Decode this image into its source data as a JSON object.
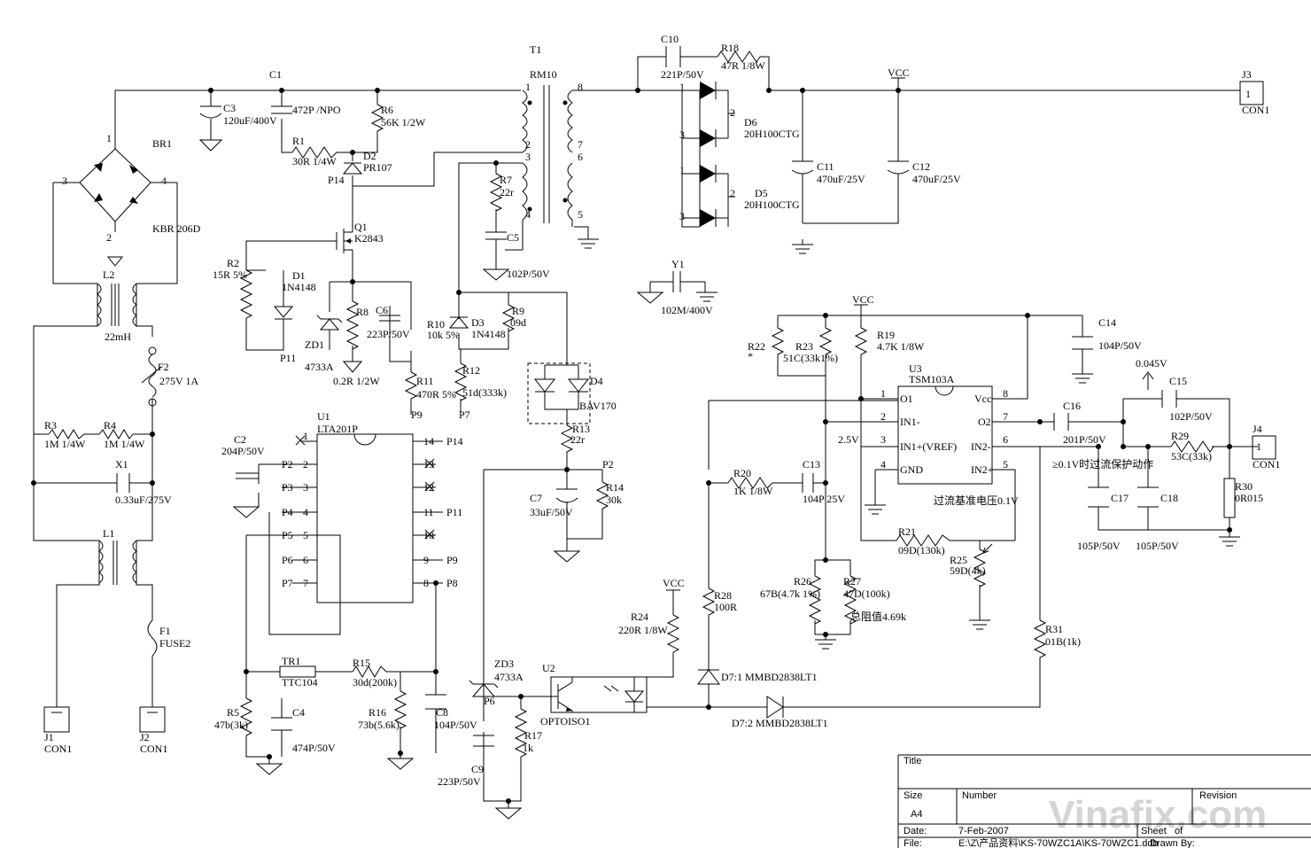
{
  "labels": [
    {
      "id": "T1",
      "t": "T1"
    },
    {
      "id": "RM10",
      "t": "RM10"
    },
    {
      "id": "C1",
      "t": "C1"
    },
    {
      "id": "C3",
      "t": "C3"
    },
    {
      "id": "C3v",
      "t": "120uF/400V"
    },
    {
      "id": "C1v",
      "t": "472P /NPO"
    },
    {
      "id": "R6",
      "t": "R6"
    },
    {
      "id": "R6v",
      "t": "56K 1/2W"
    },
    {
      "id": "R1",
      "t": "R1"
    },
    {
      "id": "R1v",
      "t": "30R 1/4W"
    },
    {
      "id": "D2",
      "t": "D2"
    },
    {
      "id": "D2v",
      "t": "PR107"
    },
    {
      "id": "P14a",
      "t": "P14"
    },
    {
      "id": "BR1",
      "t": "BR1"
    },
    {
      "id": "BRv",
      "t": "KBR 206D"
    },
    {
      "id": "BR3",
      "t": "3"
    },
    {
      "id": "BR4",
      "t": "4"
    },
    {
      "id": "BR1p",
      "t": "1"
    },
    {
      "id": "BR2p",
      "t": "2"
    },
    {
      "id": "L2",
      "t": "L2"
    },
    {
      "id": "L2v",
      "t": "22mH"
    },
    {
      "id": "F2",
      "t": "F2"
    },
    {
      "id": "F2v",
      "t": "275V 1A"
    },
    {
      "id": "R3",
      "t": "R3"
    },
    {
      "id": "R3v",
      "t": "1M 1/4W"
    },
    {
      "id": "R4",
      "t": "R4"
    },
    {
      "id": "R4v",
      "t": "1M 1/4W"
    },
    {
      "id": "X1",
      "t": "X1"
    },
    {
      "id": "X1v",
      "t": "0.33uF/275V"
    },
    {
      "id": "L1",
      "t": "L1"
    },
    {
      "id": "F1",
      "t": "F1"
    },
    {
      "id": "F1v",
      "t": "FUSE2"
    },
    {
      "id": "J1",
      "t": "J1"
    },
    {
      "id": "J1v",
      "t": "CON1"
    },
    {
      "id": "J2",
      "t": "J2"
    },
    {
      "id": "J2v",
      "t": "CON1"
    },
    {
      "id": "Q1",
      "t": "Q1"
    },
    {
      "id": "Q1v",
      "t": "K2843"
    },
    {
      "id": "R2",
      "t": "R2"
    },
    {
      "id": "R2v",
      "t": "15R 5%"
    },
    {
      "id": "D1",
      "t": "D1"
    },
    {
      "id": "D1v",
      "t": "1N4148"
    },
    {
      "id": "P11a",
      "t": "P11"
    },
    {
      "id": "ZD1",
      "t": "ZD1"
    },
    {
      "id": "ZD1v",
      "t": "4733A"
    },
    {
      "id": "R8",
      "t": "R8"
    },
    {
      "id": "R8v",
      "t": "0.2R 1/2W"
    },
    {
      "id": "C6",
      "t": "C6"
    },
    {
      "id": "C6v",
      "t": "223P/50V"
    },
    {
      "id": "R11",
      "t": "R11"
    },
    {
      "id": "R11v",
      "t": "470R 5%"
    },
    {
      "id": "P9a",
      "t": "P9"
    },
    {
      "id": "R7",
      "t": "R7"
    },
    {
      "id": "R7v",
      "t": "22r"
    },
    {
      "id": "C5",
      "t": "C5"
    },
    {
      "id": "C5v",
      "t": "102P/50V"
    },
    {
      "id": "R10",
      "t": "R10"
    },
    {
      "id": "R10v",
      "t": "10k 5%"
    },
    {
      "id": "D3",
      "t": "D3"
    },
    {
      "id": "D3v",
      "t": "1N4148"
    },
    {
      "id": "R9",
      "t": "R9"
    },
    {
      "id": "R9v",
      "t": "09d"
    },
    {
      "id": "R12",
      "t": "R12"
    },
    {
      "id": "R12v",
      "t": "51d(333k)"
    },
    {
      "id": "P7a",
      "t": "P7"
    },
    {
      "id": "D4",
      "t": "D4"
    },
    {
      "id": "D4v",
      "t": "BAV170"
    },
    {
      "id": "R13",
      "t": "R13"
    },
    {
      "id": "R13v",
      "t": "22r"
    },
    {
      "id": "P2a",
      "t": "P2"
    },
    {
      "id": "R14",
      "t": "R14"
    },
    {
      "id": "R14v",
      "t": "30k"
    },
    {
      "id": "C7",
      "t": "C7"
    },
    {
      "id": "C7v",
      "t": "33uF/50V"
    },
    {
      "id": "tp1",
      "t": "1"
    },
    {
      "id": "tp2",
      "t": "2"
    },
    {
      "id": "tp3",
      "t": "3"
    },
    {
      "id": "tp4",
      "t": "4"
    },
    {
      "id": "tp8",
      "t": "8"
    },
    {
      "id": "tp7",
      "t": "7"
    },
    {
      "id": "tp6",
      "t": "6"
    },
    {
      "id": "tp5",
      "t": "5"
    },
    {
      "id": "C10",
      "t": "C10"
    },
    {
      "id": "C10v",
      "t": "221P/50V"
    },
    {
      "id": "R18",
      "t": "R18"
    },
    {
      "id": "R18v",
      "t": "47R 1/8W"
    },
    {
      "id": "D6",
      "t": "D6"
    },
    {
      "id": "D6v",
      "t": "20H100CTG"
    },
    {
      "id": "D5",
      "t": "D5"
    },
    {
      "id": "D5v",
      "t": "20H100CTG"
    },
    {
      "id": "d6p1",
      "t": "1"
    },
    {
      "id": "d6p3",
      "t": "3"
    },
    {
      "id": "d6p2",
      "t": "2"
    },
    {
      "id": "d5p1",
      "t": "1"
    },
    {
      "id": "d5p3",
      "t": "3"
    },
    {
      "id": "d5p2",
      "t": "2"
    },
    {
      "id": "C11",
      "t": "C11"
    },
    {
      "id": "C11v",
      "t": "470uF/25V"
    },
    {
      "id": "C12",
      "t": "C12"
    },
    {
      "id": "C12v",
      "t": "470uF/25V"
    },
    {
      "id": "VCC1",
      "t": "VCC"
    },
    {
      "id": "J3",
      "t": "J3"
    },
    {
      "id": "J3p",
      "t": "1"
    },
    {
      "id": "J3v",
      "t": "CON1"
    },
    {
      "id": "Y1",
      "t": "Y1"
    },
    {
      "id": "Y1v",
      "t": "102M/400V"
    },
    {
      "id": "VCC2",
      "t": "VCC"
    },
    {
      "id": "R22",
      "t": "R22"
    },
    {
      "id": "R22v",
      "t": "*"
    },
    {
      "id": "R23",
      "t": "R23"
    },
    {
      "id": "R23v",
      "t": "51C(33k1%)"
    },
    {
      "id": "R19",
      "t": "R19"
    },
    {
      "id": "R19v",
      "t": "4.7K 1/8W"
    },
    {
      "id": "C14",
      "t": "C14"
    },
    {
      "id": "C14v",
      "t": "104P/50V"
    },
    {
      "id": "U3",
      "t": "U3"
    },
    {
      "id": "U3v",
      "t": "TSM103A"
    },
    {
      "id": "u3p1",
      "t": "1"
    },
    {
      "id": "u3p2",
      "t": "2"
    },
    {
      "id": "u3p3",
      "t": "3"
    },
    {
      "id": "u3p4",
      "t": "4"
    },
    {
      "id": "u3p8",
      "t": "8"
    },
    {
      "id": "u3p7",
      "t": "7"
    },
    {
      "id": "u3p6",
      "t": "6"
    },
    {
      "id": "u3p5",
      "t": "5"
    },
    {
      "id": "u3O1",
      "t": "O1"
    },
    {
      "id": "u3IN1m",
      "t": "IN1-"
    },
    {
      "id": "u3IN1p",
      "t": "IN1+(VREF)"
    },
    {
      "id": "u3GND",
      "t": "GND"
    },
    {
      "id": "u3Vcc",
      "t": "Vcc"
    },
    {
      "id": "u3O2",
      "t": "O2"
    },
    {
      "id": "u3IN2m",
      "t": "IN2-"
    },
    {
      "id": "u3IN2p",
      "t": "IN2+"
    },
    {
      "id": "v25",
      "t": "2.5V"
    },
    {
      "id": "v0045",
      "t": "0.045V"
    },
    {
      "id": "C15",
      "t": "C15"
    },
    {
      "id": "C15v",
      "t": "102P/50V"
    },
    {
      "id": "C16",
      "t": "C16"
    },
    {
      "id": "C16v",
      "t": "201P/50V"
    },
    {
      "id": "R29",
      "t": "R29"
    },
    {
      "id": "R29v",
      "t": "53C(33k)"
    },
    {
      "id": "J4",
      "t": "J4"
    },
    {
      "id": "J4p",
      "t": "1"
    },
    {
      "id": "J4v",
      "t": "CON1"
    },
    {
      "id": "ocnote",
      "t": "≥0.1V时过流保护动作"
    },
    {
      "id": "C17",
      "t": "C17"
    },
    {
      "id": "C17v",
      "t": "105P/50V"
    },
    {
      "id": "C18",
      "t": "C18"
    },
    {
      "id": "C18v",
      "t": "105P/50V"
    },
    {
      "id": "R30",
      "t": "R30"
    },
    {
      "id": "R30v",
      "t": "0R015"
    },
    {
      "id": "R20",
      "t": "R20"
    },
    {
      "id": "R20v",
      "t": "1K 1/8W"
    },
    {
      "id": "C13",
      "t": "C13"
    },
    {
      "id": "C13v",
      "t": "104P 25V"
    },
    {
      "id": "refnote",
      "t": "过流基准电压0.1V"
    },
    {
      "id": "R21",
      "t": "R21"
    },
    {
      "id": "R21v",
      "t": "09D(130k)"
    },
    {
      "id": "R25",
      "t": "R25"
    },
    {
      "id": "R25v",
      "t": "59D(4k)"
    },
    {
      "id": "R26",
      "t": "R26"
    },
    {
      "id": "R26v",
      "t": "67B(4.7k 1%)"
    },
    {
      "id": "R27",
      "t": "R27"
    },
    {
      "id": "R27v",
      "t": "47D(100k)"
    },
    {
      "id": "totnote",
      "t": "总阻值4.69k"
    },
    {
      "id": "R28",
      "t": "R28"
    },
    {
      "id": "R28v",
      "t": "100R"
    },
    {
      "id": "R31",
      "t": "R31"
    },
    {
      "id": "R31v",
      "t": "01B(1k)"
    },
    {
      "id": "D71",
      "t": "D7:1 MMBD2838LT1"
    },
    {
      "id": "D72",
      "t": "D7:2 MMBD2838LT1"
    },
    {
      "id": "VCC3",
      "t": "VCC"
    },
    {
      "id": "R24",
      "t": "R24"
    },
    {
      "id": "R24v",
      "t": "220R 1/8W"
    },
    {
      "id": "U2",
      "t": "U2"
    },
    {
      "id": "U2v",
      "t": "OPTOISO1"
    },
    {
      "id": "ZD3",
      "t": "ZD3"
    },
    {
      "id": "ZD3v",
      "t": "4733A"
    },
    {
      "id": "P6a",
      "t": "P6"
    },
    {
      "id": "C9",
      "t": "C9"
    },
    {
      "id": "C9v",
      "t": "223P/50V"
    },
    {
      "id": "R17",
      "t": "R17"
    },
    {
      "id": "R17v",
      "t": "1k"
    },
    {
      "id": "U1",
      "t": "U1"
    },
    {
      "id": "U1v",
      "t": "LTA201P"
    },
    {
      "id": "u1p1",
      "t": "1"
    },
    {
      "id": "u1p2",
      "t": "2"
    },
    {
      "id": "u1p3",
      "t": "3"
    },
    {
      "id": "u1p4",
      "t": "4"
    },
    {
      "id": "u1p5",
      "t": "5"
    },
    {
      "id": "u1p6",
      "t": "6"
    },
    {
      "id": "u1p7",
      "t": "7"
    },
    {
      "id": "u1p14",
      "t": "14"
    },
    {
      "id": "u1p13",
      "t": "13"
    },
    {
      "id": "u1p12",
      "t": "12"
    },
    {
      "id": "u1p11",
      "t": "11"
    },
    {
      "id": "u1p10",
      "t": "10"
    },
    {
      "id": "u1p9",
      "t": "9"
    },
    {
      "id": "u1p8",
      "t": "8"
    },
    {
      "id": "nP2",
      "t": "P2"
    },
    {
      "id": "nP3",
      "t": "P3"
    },
    {
      "id": "nP4",
      "t": "P4"
    },
    {
      "id": "nP5",
      "t": "P5"
    },
    {
      "id": "nP6",
      "t": "P6"
    },
    {
      "id": "nP7",
      "t": "P7"
    },
    {
      "id": "nP14",
      "t": "P14"
    },
    {
      "id": "nP11",
      "t": "P11"
    },
    {
      "id": "nP9",
      "t": "P9"
    },
    {
      "id": "nP8",
      "t": "P8"
    },
    {
      "id": "C2",
      "t": "C2"
    },
    {
      "id": "C2v",
      "t": "204P/50V"
    },
    {
      "id": "TR1",
      "t": "TR1"
    },
    {
      "id": "TR1v",
      "t": "TTC104"
    },
    {
      "id": "R15",
      "t": "R15"
    },
    {
      "id": "R15v",
      "t": "30d(200k)"
    },
    {
      "id": "R16",
      "t": "R16"
    },
    {
      "id": "R16v",
      "t": "73b(5.6k)"
    },
    {
      "id": "C8",
      "t": "C8"
    },
    {
      "id": "C8v",
      "t": "104P/50V"
    },
    {
      "id": "R5",
      "t": "R5"
    },
    {
      "id": "R5v",
      "t": "47b(3k)"
    },
    {
      "id": "C4",
      "t": "C4"
    },
    {
      "id": "C4v",
      "t": "474P/50V"
    }
  ],
  "title_block": {
    "title_label": "Title",
    "size_label": "Size",
    "size_value": "A4",
    "number_label": "Number",
    "revision_label": "Revision",
    "date_label": "Date:",
    "date_value": "7-Feb-2007",
    "sheet_label": "Sheet",
    "sheet_of": "of",
    "file_label": "File:",
    "file_value": "E:\\Z\\产品资料\\KS-70WZC1A\\KS-70WZC1.ddb",
    "drawn_label": "Drawn By:"
  },
  "watermark": "Vinafix.com"
}
